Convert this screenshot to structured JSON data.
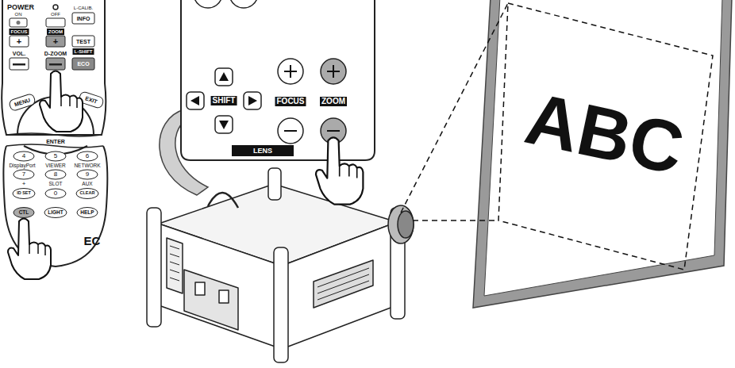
{
  "diagram": {
    "labels": [
      "POWER",
      "ON",
      "OFF",
      "L-CALIB.",
      "INFO",
      "FOCUS",
      "ZOOM",
      "+",
      "+",
      "TEST",
      "VOL.",
      "D-ZOOM",
      "L-SHIFT",
      "ECO",
      "MENU",
      "EXIT",
      "ENTER",
      "4",
      "5",
      "6",
      "DisplayPort",
      "VIEWER",
      "NETWORK",
      "7",
      "8",
      "9",
      "+",
      "SLOT",
      "AUX",
      "ID SET",
      "0",
      "CLEAR",
      "CTL",
      "LIGHT",
      "HELP",
      "EC",
      "SHIFT",
      "FOCUS",
      "ZOOM",
      "LENS",
      "ABC"
    ]
  }
}
